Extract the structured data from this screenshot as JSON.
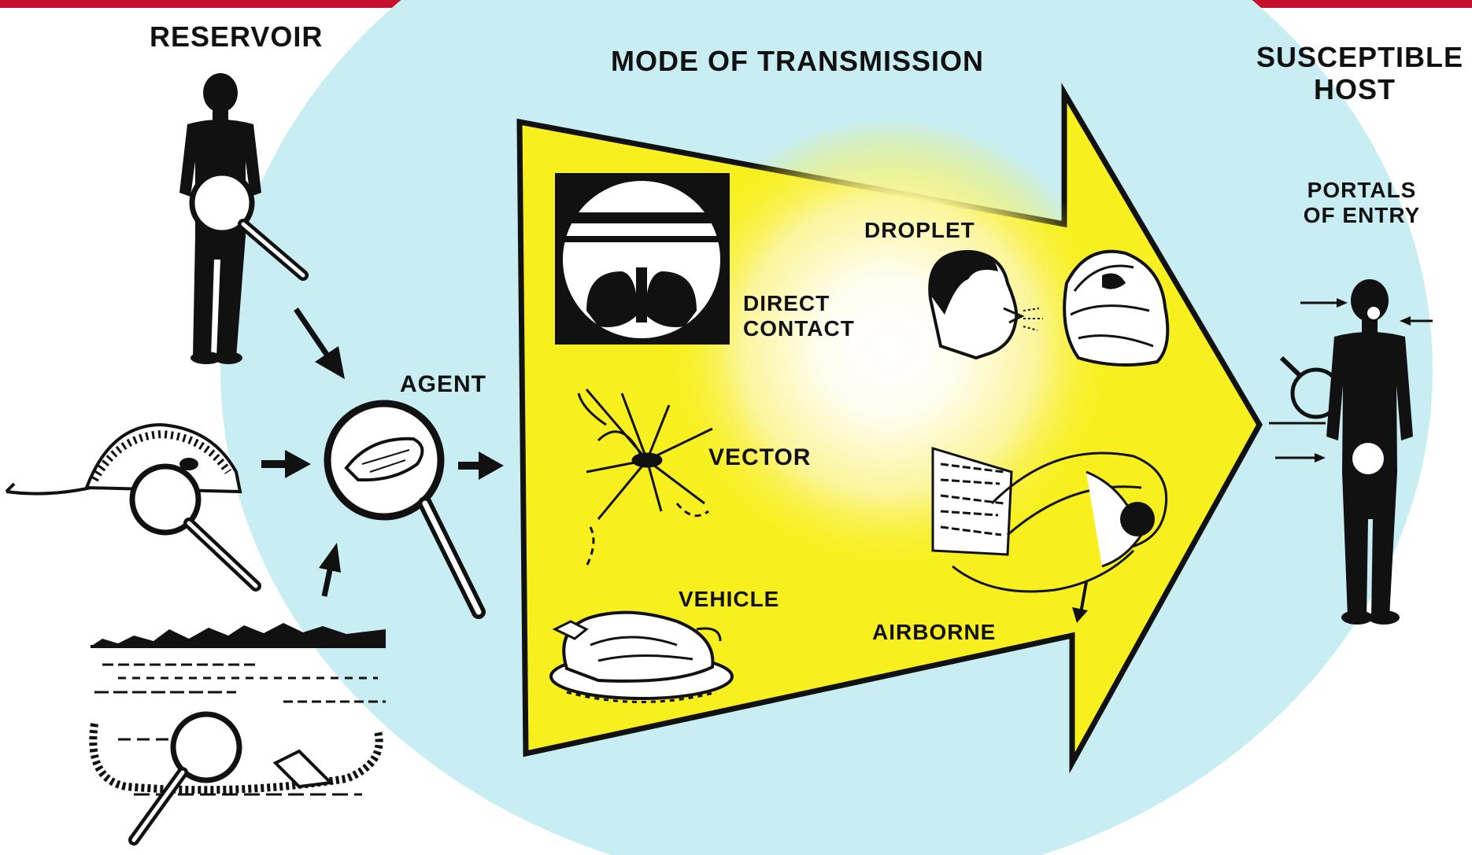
{
  "colors": {
    "top_bar": "#c8102e",
    "halo": "#c8eef4",
    "arrow": "#f7f01e",
    "ink": "#111111"
  },
  "labels": {
    "reservoir": "RESERVOIR",
    "mode_of_transmission": "MODE OF TRANSMISSION",
    "susceptible_host_line1": "SUSCEPTIBLE",
    "susceptible_host_line2": "HOST",
    "portals_line1": "PORTALS",
    "portals_line2": "OF ENTRY",
    "agent": "AGENT",
    "direct_contact_line1": "DIRECT",
    "direct_contact_line2": "CONTACT",
    "droplet": "DROPLET",
    "vector": "VECTOR",
    "vehicle": "VEHICLE",
    "airborne": "AIRBORNE"
  },
  "icons": [
    "human-reservoir-icon",
    "animal-reservoir-icon",
    "environment-reservoir-icon",
    "magnifier-icon",
    "agent-magnifier-icon",
    "lungs-xray-icon",
    "people-droplet-icon",
    "mosquito-vector-icon",
    "turkey-vehicle-icon",
    "airborne-cloud-icon",
    "host-figure-icon",
    "entry-arrow-icon"
  ]
}
